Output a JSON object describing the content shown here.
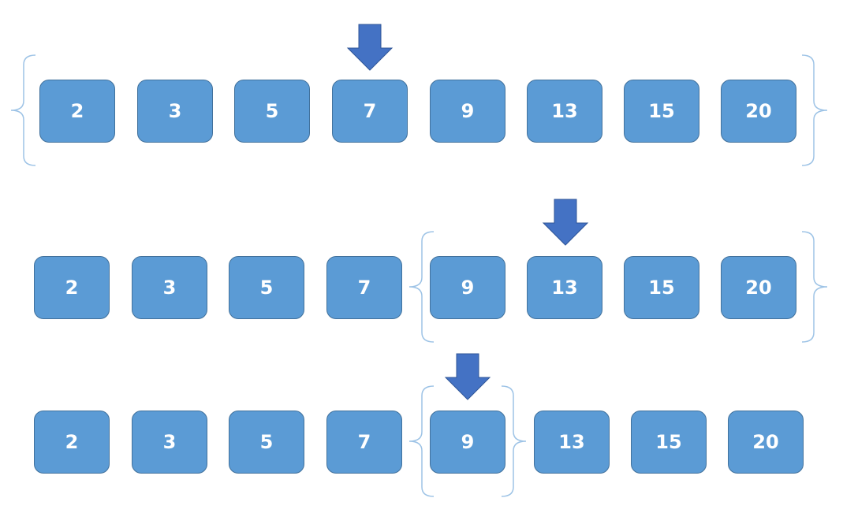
{
  "rows": [
    {
      "values": [
        "2",
        "3",
        "5",
        "7",
        "9",
        "13",
        "15",
        "20"
      ]
    },
    {
      "values": [
        "2",
        "3",
        "5",
        "7",
        "9",
        "13",
        "15",
        "20"
      ]
    },
    {
      "values": [
        "2",
        "3",
        "5",
        "7",
        "9",
        "13",
        "15",
        "20"
      ]
    }
  ],
  "colors": {
    "box_fill": "#5b9bd5",
    "box_border": "#41719c",
    "arrow_fill": "#4472c4",
    "bracket": "#9dc3e6",
    "text": "#ffffff"
  },
  "icons": {
    "pointer": "down-arrow-icon",
    "range_open": "left-curly-brace-icon",
    "range_close": "right-curly-brace-icon"
  }
}
